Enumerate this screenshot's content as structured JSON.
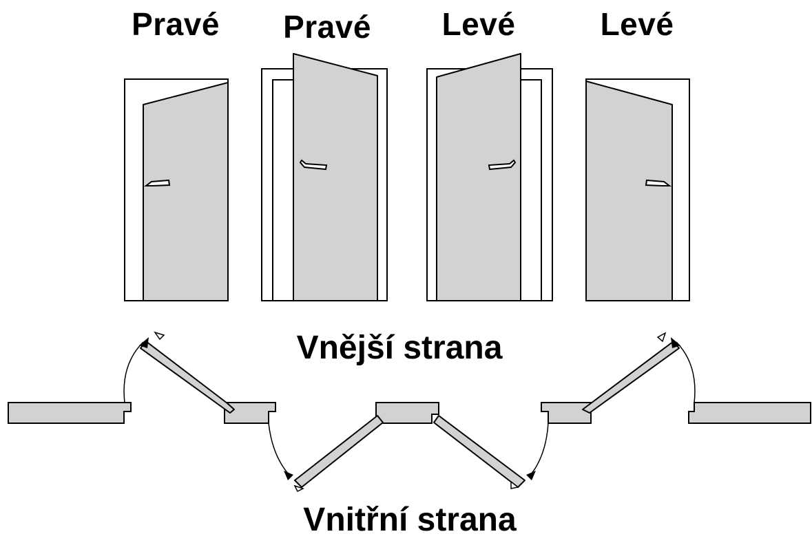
{
  "labels": {
    "door1": "Pravé",
    "door2": "Pravé",
    "door3": "Levé",
    "door4": "Levé",
    "outer_side": "Vnější strana",
    "inner_side": "Vnitřní strana"
  },
  "colors": {
    "leaf": "#d2d2d2",
    "outline": "#000000",
    "background": "#ffffff"
  }
}
